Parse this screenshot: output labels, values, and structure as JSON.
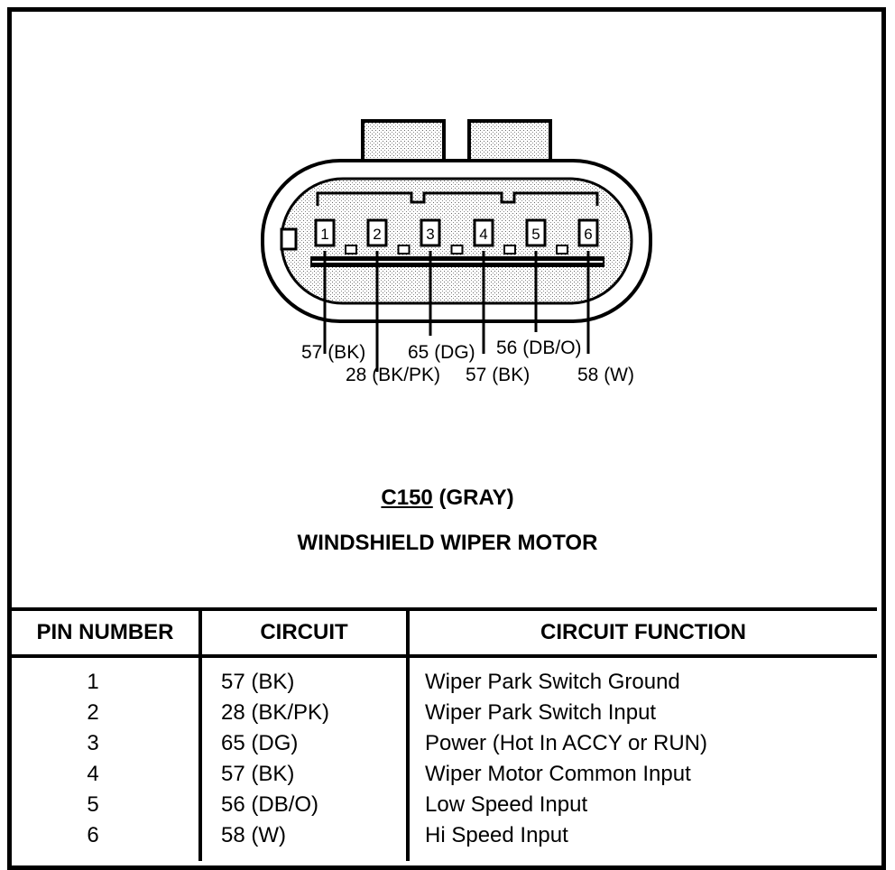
{
  "connector": {
    "pins": [
      {
        "number": "1",
        "callout": "57 (BK)"
      },
      {
        "number": "2",
        "callout": "28 (BK/PK)"
      },
      {
        "number": "3",
        "callout": "65 (DG)"
      },
      {
        "number": "4",
        "callout": "57 (BK)"
      },
      {
        "number": "5",
        "callout": "56 (DB/O)"
      },
      {
        "number": "6",
        "callout": "58 (W)"
      }
    ]
  },
  "title": {
    "connector_id": "C150",
    "connector_color": "(GRAY)",
    "component": "WINDSHIELD WIPER MOTOR"
  },
  "table": {
    "headers": [
      "PIN NUMBER",
      "CIRCUIT",
      "CIRCUIT FUNCTION"
    ],
    "rows": [
      {
        "pin": "1",
        "circuit": "57 (BK)",
        "function": "Wiper Park Switch Ground"
      },
      {
        "pin": "2",
        "circuit": "28 (BK/PK)",
        "function": "Wiper Park Switch Input"
      },
      {
        "pin": "3",
        "circuit": "65 (DG)",
        "function": "Power (Hot In ACCY or RUN)"
      },
      {
        "pin": "4",
        "circuit": "57 (BK)",
        "function": "Wiper Motor Common Input"
      },
      {
        "pin": "5",
        "circuit": "56 (DB/O)",
        "function": "Low Speed Input"
      },
      {
        "pin": "6",
        "circuit": "58 (W)",
        "function": "Hi Speed Input"
      }
    ]
  }
}
